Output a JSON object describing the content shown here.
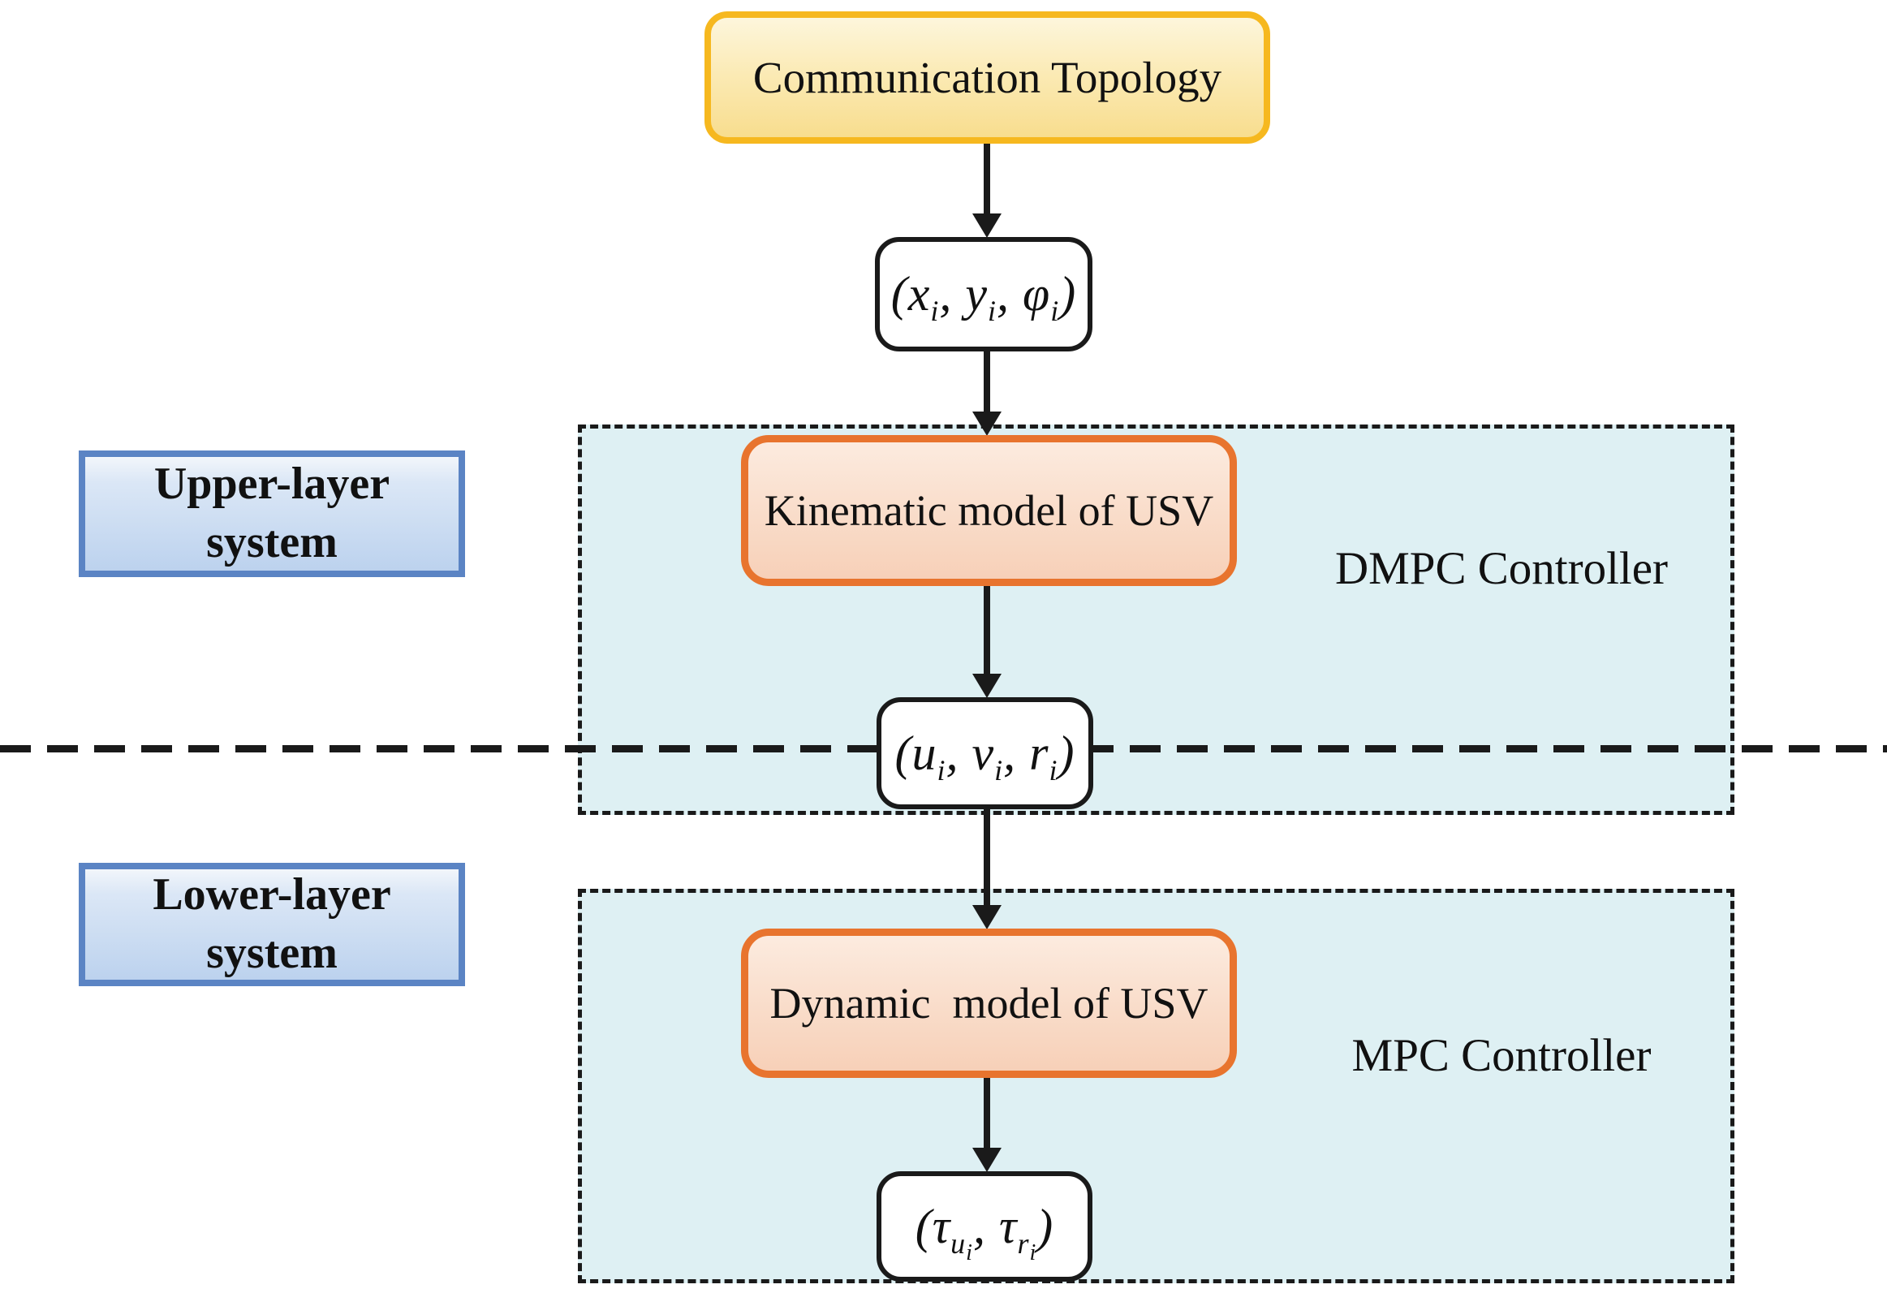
{
  "palette": {
    "text": "#111111",
    "line": "#1a1a1a",
    "cyan-fill": "#def0f3",
    "gold-border": "#f6b81f",
    "gold-fill-top": "#fdf6dc",
    "gold-fill-bottom": "#f8dd8e",
    "orange-border": "#e8742e",
    "orange-fill-top": "#fcebdf",
    "orange-fill-bottom": "#f7d0b8",
    "blue-border": "#5b84c4",
    "blue-fill-top": "#f2f6fb",
    "blue-fill-bottom": "#bcd2ee"
  },
  "nodes": {
    "communication_topology": {
      "label": "Communication Topology"
    },
    "kinematic_model": {
      "label": "Kinematic model of USV"
    },
    "dynamic_model": {
      "label": "Dynamic  model of USV"
    }
  },
  "signals": {
    "pose": {
      "plain": "(x_i, y_i, φ_i)",
      "tokens": [
        {
          "t": "txt",
          "v": "("
        },
        {
          "t": "txt",
          "v": "x"
        },
        {
          "t": "sub",
          "v": "i"
        },
        {
          "t": "txt",
          "v": ", "
        },
        {
          "t": "txt",
          "v": "y"
        },
        {
          "t": "sub",
          "v": "i"
        },
        {
          "t": "txt",
          "v": ", "
        },
        {
          "t": "txt",
          "v": "φ"
        },
        {
          "t": "sub",
          "v": "i"
        },
        {
          "t": "txt",
          "v": ")"
        }
      ]
    },
    "velocity": {
      "plain": "(u_i, v_i, r_i)",
      "tokens": [
        {
          "t": "txt",
          "v": "("
        },
        {
          "t": "txt",
          "v": "u"
        },
        {
          "t": "sub",
          "v": "i"
        },
        {
          "t": "txt",
          "v": ", "
        },
        {
          "t": "txt",
          "v": "v"
        },
        {
          "t": "sub",
          "v": "i"
        },
        {
          "t": "txt",
          "v": ", "
        },
        {
          "t": "txt",
          "v": "r"
        },
        {
          "t": "sub",
          "v": "i"
        },
        {
          "t": "txt",
          "v": ")"
        }
      ]
    },
    "control": {
      "plain": "(τ_u_i, τ_r_i)",
      "tokens": [
        {
          "t": "txt",
          "v": "("
        },
        {
          "t": "txt",
          "v": "τ"
        },
        {
          "t": "sub",
          "v": "u"
        },
        {
          "t": "subsub",
          "v": "i"
        },
        {
          "t": "txt",
          "v": ", "
        },
        {
          "t": "txt",
          "v": "τ"
        },
        {
          "t": "sub",
          "v": "r"
        },
        {
          "t": "subsub",
          "v": "i"
        },
        {
          "t": "txt",
          "v": ")"
        }
      ]
    }
  },
  "regions": {
    "dmpc": {
      "label": "DMPC Controller"
    },
    "mpc": {
      "label": "MPC Controller"
    }
  },
  "layers": {
    "upper": {
      "line1": "Upper-layer",
      "line2": "system"
    },
    "lower": {
      "line1": "Lower-layer",
      "line2": "system"
    }
  }
}
